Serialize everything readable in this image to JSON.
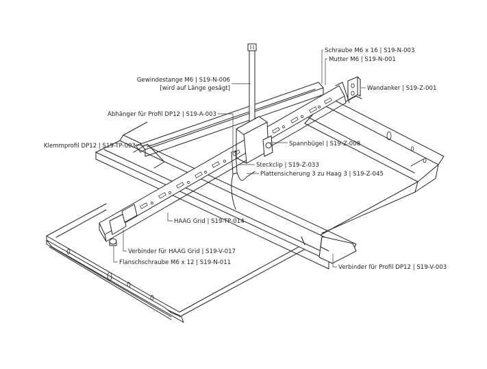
{
  "callouts": [
    {
      "id": "schraube",
      "text": "Schraube M6 x 16 | S19-N-003"
    },
    {
      "id": "mutter",
      "text": "Mutter M6 | S19-N-001"
    },
    {
      "id": "wandanker",
      "text": "Wandanker | S19-Z-001"
    },
    {
      "id": "gewindestange",
      "text": "Gewindestange M6 | S19-N-006"
    },
    {
      "id": "gewindestange-note",
      "text": "[wird auf Länge gesägt]"
    },
    {
      "id": "abhaenger",
      "text": "Abhänger für Profil DP12 | S19-A-003"
    },
    {
      "id": "spannbuegel",
      "text": "Spannbügel | S19-Z-008"
    },
    {
      "id": "klemmprofil",
      "text": "Klemmprofil DP12 | S19-TP-003"
    },
    {
      "id": "steckclip",
      "text": "Steckclip | S19-Z-033"
    },
    {
      "id": "plattensicherung",
      "text": "Plattensicherung 3 zu Haag 3 | S19-Z-045"
    },
    {
      "id": "haag-grid",
      "text": "HAAG Grid | S19-TP-014"
    },
    {
      "id": "verbinder-haag",
      "text": "Verbinder für HAAG Grid | S19-V-017"
    },
    {
      "id": "flanschschraube",
      "text": "Flanschschraube M6 x 12 | S19-N-011"
    },
    {
      "id": "verbinder-dp12",
      "text": "Verbinder für Profil DP12 | S19-V-003"
    }
  ]
}
